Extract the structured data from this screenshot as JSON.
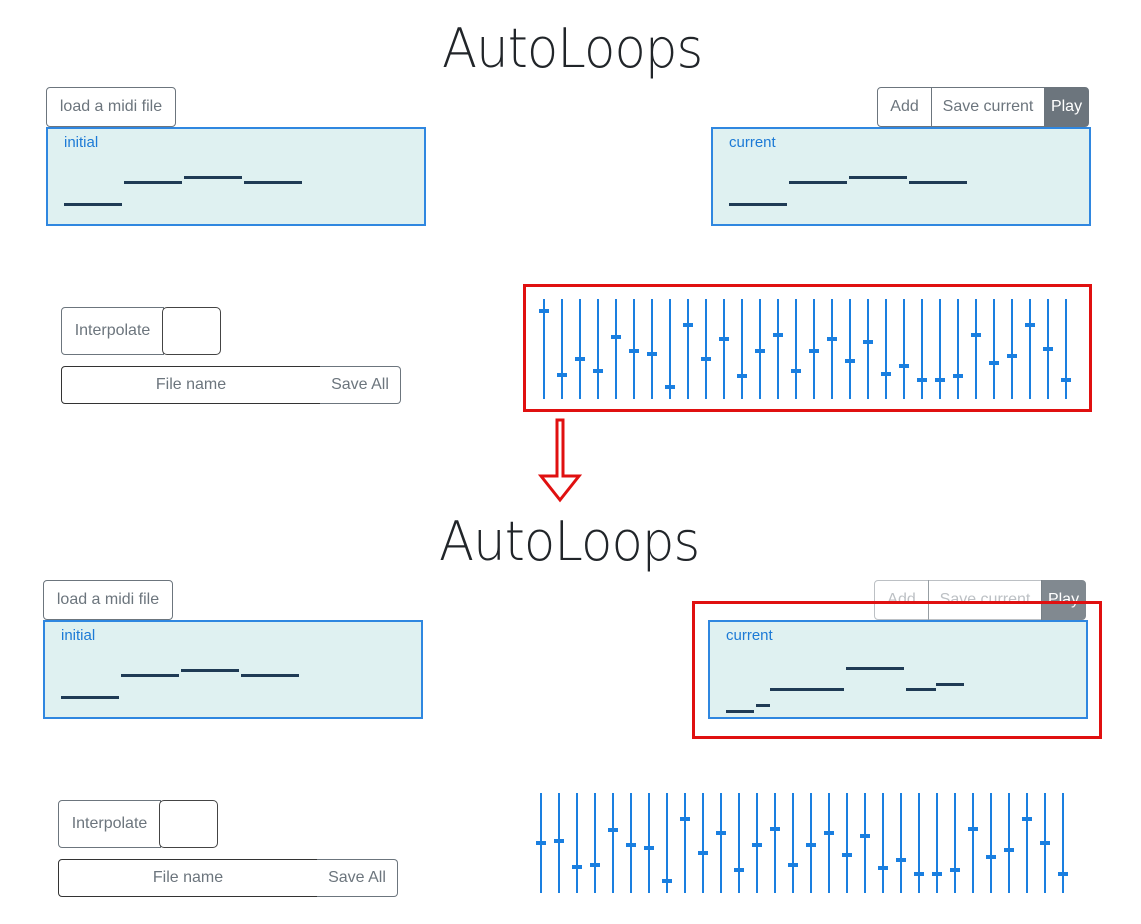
{
  "app": {
    "title": "AutoLoops"
  },
  "toolbar": {
    "load_label": "load a midi file",
    "add_label": "Add",
    "save_current_label": "Save current",
    "play_label": "Play"
  },
  "panels": {
    "initial_label": "initial",
    "current_label": "current"
  },
  "controls": {
    "interpolate_label": "Interpolate",
    "file_name_placeholder": "File name",
    "save_all_label": "Save All"
  },
  "sliders": {
    "top_levels": [
      0.88,
      0.24,
      0.4,
      0.28,
      0.62,
      0.48,
      0.45,
      0.12,
      0.74,
      0.4,
      0.6,
      0.23,
      0.48,
      0.64,
      0.28,
      0.48,
      0.6,
      0.38,
      0.57,
      0.25,
      0.33,
      0.19,
      0.19,
      0.23,
      0.64,
      0.36,
      0.43,
      0.74,
      0.5,
      0.19
    ],
    "bottom_levels": [
      0.5,
      0.52,
      0.26,
      0.28,
      0.63,
      0.48,
      0.45,
      0.12,
      0.74,
      0.4,
      0.6,
      0.23,
      0.48,
      0.64,
      0.28,
      0.48,
      0.6,
      0.38,
      0.57,
      0.25,
      0.33,
      0.19,
      0.19,
      0.23,
      0.64,
      0.36,
      0.43,
      0.74,
      0.5,
      0.19
    ]
  },
  "colors": {
    "accent": "#2f87e0",
    "panel_bg": "#dff1f1",
    "note": "#1f3b55",
    "slider": "#1a7fe0",
    "highlight": "#e01010",
    "arrow": "#e01010"
  }
}
